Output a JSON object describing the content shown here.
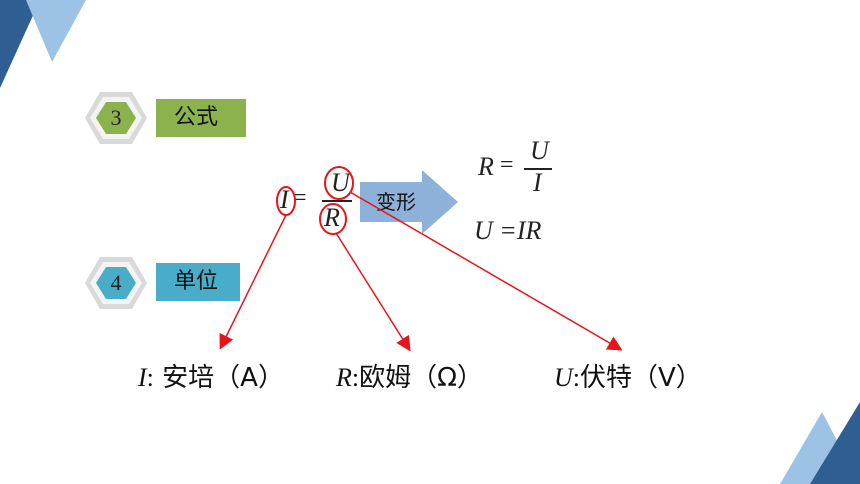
{
  "colors": {
    "dark_blue": "#2f5e93",
    "light_blue": "#9cc3e6",
    "green": "#8cb24d",
    "cyan": "#49adc9",
    "red": "#e8141c",
    "arrow_blue": "#8eb1d9"
  },
  "section3": {
    "number": "3",
    "label": "公式"
  },
  "section4": {
    "number": "4",
    "label": "单位"
  },
  "formula": {
    "lhs": "I",
    "equals": "=",
    "numerator": "U",
    "denominator": "R",
    "transform_label": "变形"
  },
  "derived": {
    "r_lhs": "R",
    "r_equals": "=",
    "r_num": "U",
    "r_den": "I",
    "u_formula": "U =IR"
  },
  "units": [
    {
      "symbol": "I",
      "colon": ":",
      "name": " 安培（A）"
    },
    {
      "symbol": "R",
      "colon": ":",
      "name": "欧姆（Ω）"
    },
    {
      "symbol": "U",
      "colon": ":",
      "name": "伏特（V）"
    }
  ]
}
